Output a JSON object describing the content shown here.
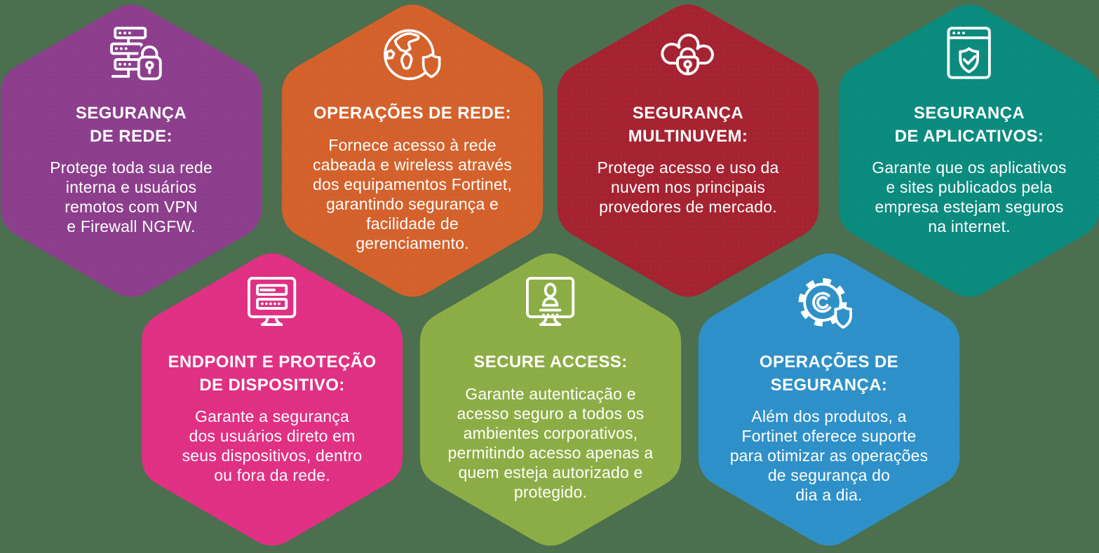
{
  "background_color": "#4B6F4F",
  "text_color": "#ffffff",
  "hexagons": [
    {
      "id": "seguranca-de-rede",
      "color": "#8C3E8C",
      "icon": "server-lock-icon",
      "title": "SEGURANÇA\nDE REDE:",
      "body": "Protege toda sua rede\ninterna e usuários\nremotos com VPN\ne Firewall NGFW."
    },
    {
      "id": "operacoes-de-rede",
      "color": "#D4612B",
      "icon": "globe-shield-icon",
      "title": "OPERAÇÕES DE REDE:",
      "body": "Fornece acesso à rede\ncabeada e wireless através\ndos equipamentos Fortinet,\ngarantindo segurança e\nfacilidade de\ngerenciamento."
    },
    {
      "id": "seguranca-multinuvem",
      "color": "#A52331",
      "icon": "cloud-lock-icon",
      "title": "SEGURANÇA\nMULTINUVEM:",
      "body": "Protege acesso e uso da\nnuvem nos principais\nprovedores de mercado."
    },
    {
      "id": "seguranca-de-aplicativos",
      "color": "#0A8B7E",
      "icon": "browser-shield-icon",
      "title": "SEGURANÇA\nDE APLICATIVOS:",
      "body": "Garante que os aplicativos\ne sites publicados pela\nempresa estejam seguros\nna internet."
    },
    {
      "id": "endpoint-e-protecao-de-dispositivo",
      "color": "#E03083",
      "icon": "monitor-password-icon",
      "title": "ENDPOINT E PROTEÇÃO\nDE DISPOSITIVO:",
      "body": "Garante a segurança\ndos usuários direto em\nseus dispositivos, dentro\nou fora da rede."
    },
    {
      "id": "secure-access",
      "color": "#8CAD45",
      "icon": "monitor-user-icon",
      "title": "SECURE ACCESS:",
      "body": "Garante autenticação e\nacesso seguro a todos os\nambientes corporativos,\npermitindo acesso apenas a\nquem esteja autorizado e\nprotegido."
    },
    {
      "id": "operacoes-de-seguranca",
      "color": "#2E90C8",
      "icon": "gear-shield-icon",
      "title": "OPERAÇÕES DE\nSEGURANÇA:",
      "body": "Além dos produtos, a\nFortinet oferece suporte\npara otimizar as operações\nde segurança do\ndia a dia."
    }
  ]
}
